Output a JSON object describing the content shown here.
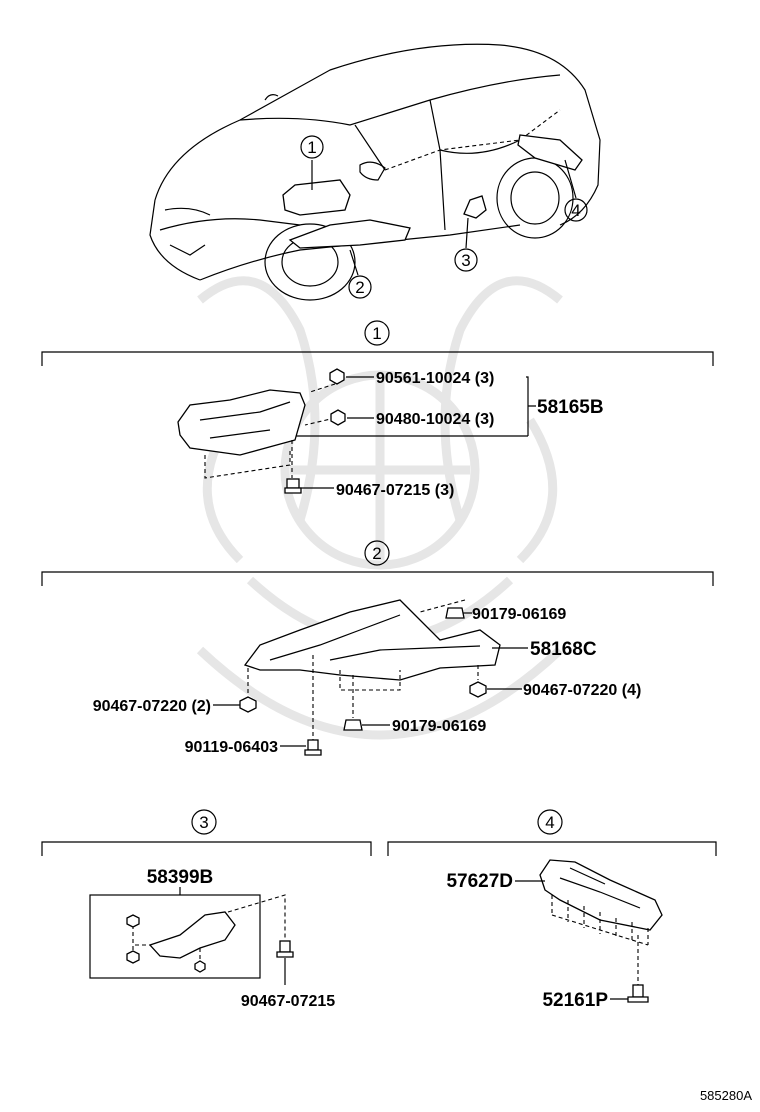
{
  "callouts": {
    "car": [
      "1",
      "2",
      "3",
      "4"
    ],
    "section1": "1",
    "section2": "2",
    "section3": "3",
    "section4": "4"
  },
  "section1": {
    "assembly": "58165B",
    "parts": [
      "90561-10024 (3)",
      "90480-10024 (3)",
      "90467-07215 (3)"
    ]
  },
  "section2": {
    "assembly": "58168C",
    "parts": [
      "90179-06169",
      "90467-07220 (4)",
      "90467-07220 (2)",
      "90179-06169",
      "90119-06403"
    ]
  },
  "section3": {
    "assembly": "58399B",
    "parts": [
      "90467-07215"
    ]
  },
  "section4": {
    "assembly": "57627D",
    "parts": [
      "52161P"
    ]
  },
  "figure_id": "585280A"
}
